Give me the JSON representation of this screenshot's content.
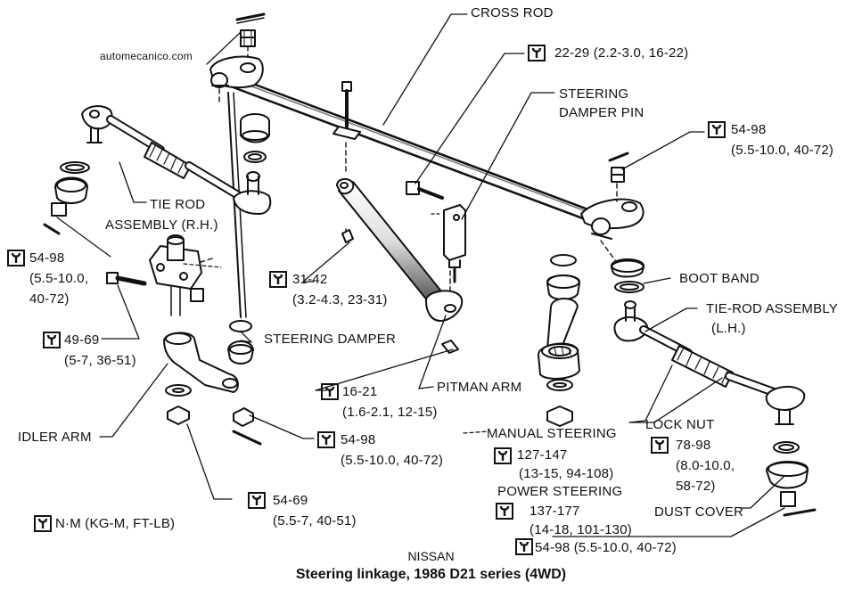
{
  "watermark": "automecanico.com",
  "labels": {
    "cross_rod": "CROSS ROD",
    "cross_rod_torque": "22-29 (2.2-3.0, 16-22)",
    "steering_damper_pin_1": "STEERING",
    "steering_damper_pin_2": "DAMPER PIN",
    "tie_rod_rh_1": "TIE ROD",
    "tie_rod_rh_2": "ASSEMBLY (R.H.)",
    "torque_rh_nut_1": "54-98",
    "torque_rh_nut_2": "(5.5-10.0,",
    "torque_rh_nut_3": "40-72)",
    "torque_rh_top_1": "54-98",
    "torque_rh_top_2": "(5.5-10.0, 40-72)",
    "torque_damper_1": "31-42",
    "torque_damper_2": "(3.2-4.3, 23-31)",
    "boot_band": "BOOT BAND",
    "tie_rod_lh_1": "TIE-ROD ASSEMBLY",
    "tie_rod_lh_2": "(L.H.)",
    "torque_idler_bolt_1": "49-69",
    "torque_idler_bolt_2": "(5-7, 36-51)",
    "steering_damper": "STEERING DAMPER",
    "torque_damper_nut_1": "16-21",
    "torque_damper_nut_2": "(1.6-2.1, 12-15)",
    "pitman_arm": "PITMAN ARM",
    "idler_arm": "IDLER ARM",
    "torque_idler_nut_1": "54-98",
    "torque_idler_nut_2": "(5.5-10.0, 40-72)",
    "manual_steering": "MANUAL STEERING",
    "manual_torque_1": "127-147",
    "manual_torque_2": "(13-15, 94-108)",
    "power_steering": "POWER STEERING",
    "power_torque_1": "137-177",
    "power_torque_2": "(14-18, 101-130)",
    "lh_nut_torque": "54-98 (5.5-10.0, 40-72)",
    "lock_nut": "LOCK NUT",
    "lock_nut_torque_1": "78-98",
    "lock_nut_torque_2": "(8.0-10.0,",
    "lock_nut_torque_3": "58-72)",
    "dust_cover": "DUST COVER",
    "torque_idler_lower_1": "54-69",
    "torque_idler_lower_2": "(5.5-7, 40-51)",
    "legend": "N·M (KG-M, FT-LB)"
  },
  "caption": {
    "maker": "NISSAN",
    "title": "Steering linkage, 1986 D21 series (4WD)"
  }
}
